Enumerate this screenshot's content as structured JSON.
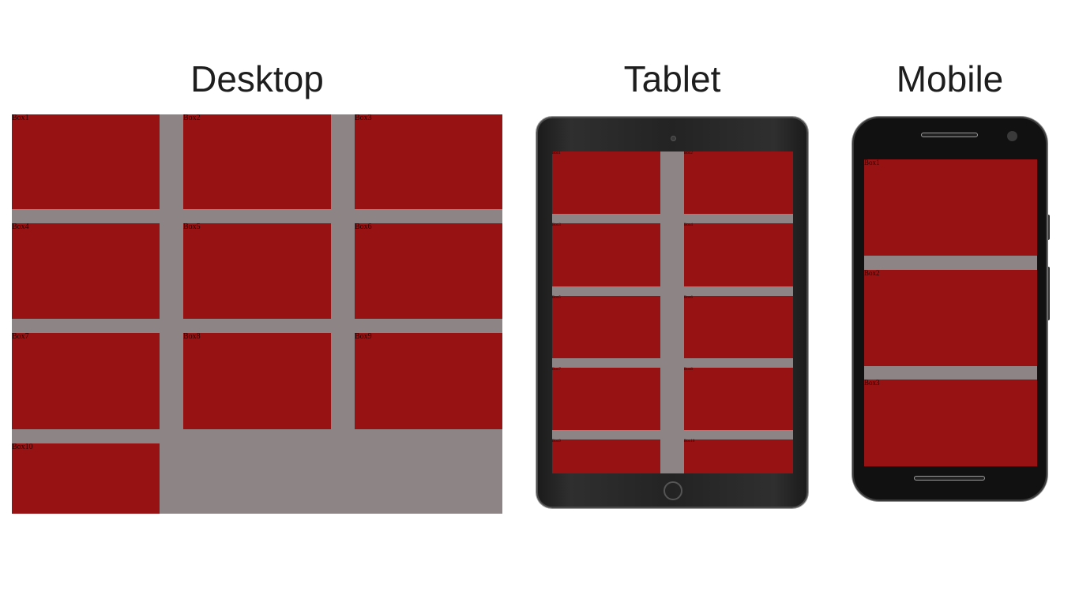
{
  "headings": {
    "desktop": "Desktop",
    "tablet": "Tablet",
    "mobile": "Mobile"
  },
  "colors": {
    "box": "#971212",
    "gap": "#8d8585",
    "device_frame": "#232323"
  },
  "desktop": {
    "boxes": [
      "Box1",
      "Box2",
      "Box3",
      "Box4",
      "Box5",
      "Box6",
      "Box7",
      "Box8",
      "Box9",
      "Box10"
    ]
  },
  "tablet": {
    "boxes": [
      "Box1",
      "Box2",
      "Box3",
      "Box4",
      "Box5",
      "Box6",
      "Box7",
      "Box8",
      "Box9",
      "Box10"
    ]
  },
  "mobile": {
    "boxes": [
      "Box1",
      "Box2",
      "Box3"
    ]
  }
}
